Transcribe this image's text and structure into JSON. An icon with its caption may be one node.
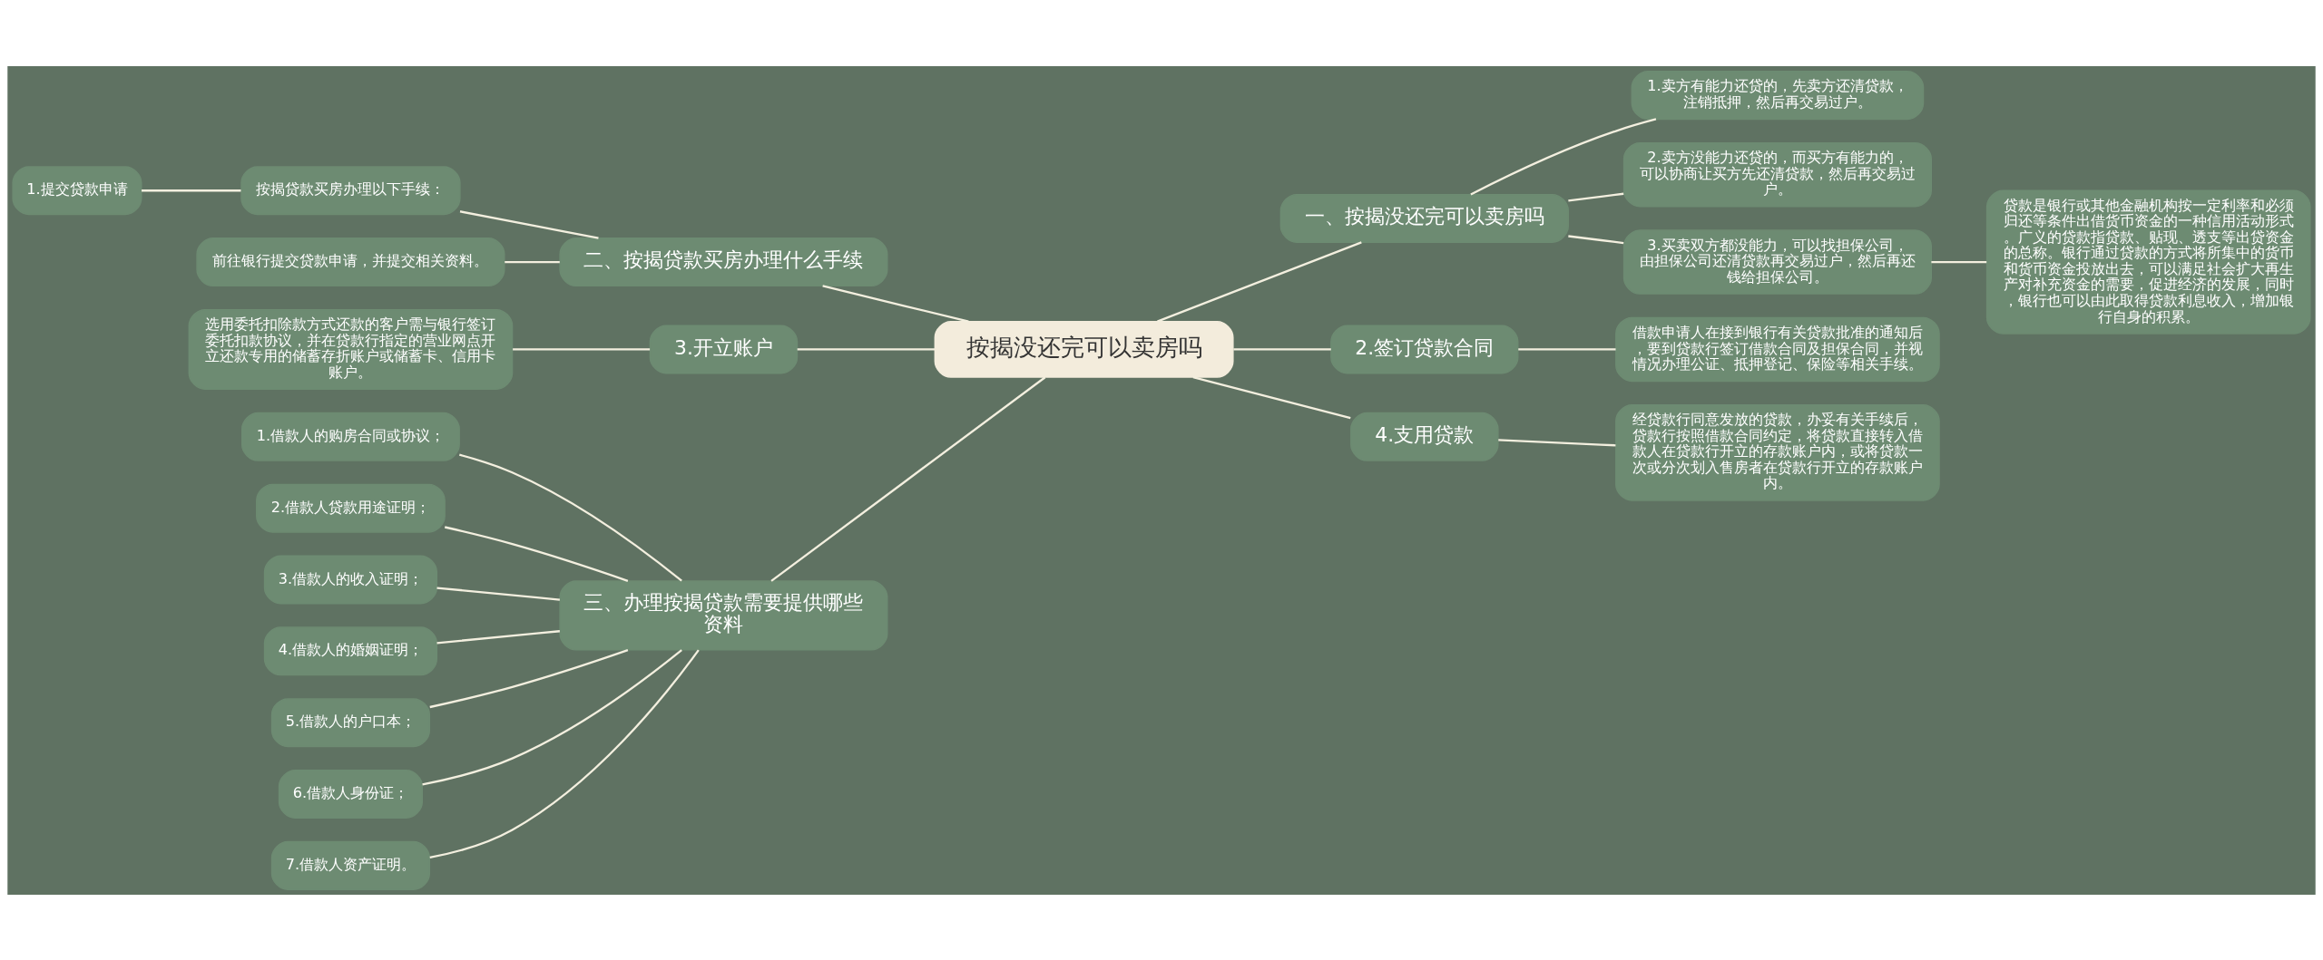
{
  "diagram": {
    "nodes": [
      {
        "text": [
          "按揭没还完可以卖房吗"
        ]
      },
      {
        "text": [
          "一、按揭没还完可以卖房吗"
        ]
      },
      {
        "text": [
          "1.卖方有能力还贷的，先卖方还清贷款，注销抵押，然后再交易过户。"
        ]
      },
      {
        "text": [
          "2.卖方没能力还贷的，而买方有能力的，可以协商让买方先还清贷款，然后再交易过户。"
        ]
      },
      {
        "text": [
          "3.买卖双方都没能力，可以找担保公司，由担保公司还清贷款再交易过户，然后再还钱给担保公司。"
        ]
      },
      {
        "text": [
          "贷款是银行或其他金融机构按一定利率和必须归还等条件出借货币资金的一种信用活动形式。广义的贷款指贷款、贴现、透支等出贷资金的总称。银行通过贷款的方式将所集中的货币和货币资金投放出去，可以满足社会扩大再生产对补充资金的需要，促进经济的发展，同时，银行也可以由此取得贷款利息收入，增加银行自身的积累。"
        ]
      },
      {
        "text": [
          "2.签订贷款合同"
        ]
      },
      {
        "text": [
          "借款申请人在接到银行有关贷款批准的通知后，要到贷款行签订借款合同及担保合同，并视情况办理公证、抵押登记、保险等相关手续。"
        ]
      },
      {
        "text": [
          "4.支用贷款"
        ]
      },
      {
        "text": [
          "经贷款行同意发放的贷款，办妥有关手续后，贷款行按照借款合同约定，将贷款直接转入借款人在贷款行开立的存款账户内，或将贷款一次或分次划入售房者在贷款行开立的存款账户内。"
        ]
      },
      {
        "text": [
          "二、按揭贷款买房办理什么手续"
        ]
      },
      {
        "text": [
          "按揭贷款买房办理以下手续："
        ]
      },
      {
        "text": [
          "1.提交贷款申请"
        ]
      },
      {
        "text": [
          "前往银行提交贷款申请，并提交相关资料。"
        ]
      },
      {
        "text": [
          "3.开立账户"
        ]
      },
      {
        "text": [
          "选用委托扣除款方式还款的客户需与银行签订委托扣款协议，并在贷款行指定的营业网点开立还款专用的储蓄存折账户或储蓄卡、信用卡账户。"
        ]
      },
      {
        "text": [
          "三、办理按揭贷款需要提供哪些资料"
        ]
      },
      {
        "text": [
          "1.借款人的购房合同或协议；"
        ]
      },
      {
        "text": [
          "2.借款人贷款用途证明；"
        ]
      },
      {
        "text": [
          "3.借款人的收入证明；"
        ]
      },
      {
        "text": [
          "4.借款人的婚姻证明；"
        ]
      },
      {
        "text": [
          "5.借款人的户口本；"
        ]
      },
      {
        "text": [
          "6.借款人身份证；"
        ]
      },
      {
        "text": [
          "7.借款人资产证明。"
        ]
      }
    ],
    "edges": [
      {
        "from": 0,
        "to": 1,
        "arrow": "none"
      },
      {
        "from": 1,
        "to": 2,
        "arrow": "none"
      },
      {
        "from": 1,
        "to": 3,
        "arrow": "none"
      },
      {
        "from": 1,
        "to": 4,
        "arrow": "none"
      },
      {
        "from": 4,
        "to": 5,
        "arrow": "none"
      },
      {
        "from": 0,
        "to": 6,
        "arrow": "none"
      },
      {
        "from": 6,
        "to": 7,
        "arrow": "none"
      },
      {
        "from": 0,
        "to": 8,
        "arrow": "none"
      },
      {
        "from": 8,
        "to": 9,
        "arrow": "none"
      },
      {
        "from": 0,
        "to": 10,
        "arrow": "none"
      },
      {
        "from": 10,
        "to": 11,
        "arrow": "none"
      },
      {
        "from": 11,
        "to": 12,
        "arrow": "none"
      },
      {
        "from": 10,
        "to": 13,
        "arrow": "none"
      },
      {
        "from": 0,
        "to": 14,
        "arrow": "none"
      },
      {
        "from": 14,
        "to": 15,
        "arrow": "none"
      },
      {
        "from": 0,
        "to": 16,
        "arrow": "none"
      },
      {
        "from": 16,
        "to": 17,
        "arrow": "none"
      },
      {
        "from": 16,
        "to": 18,
        "arrow": "none"
      },
      {
        "from": 16,
        "to": 19,
        "arrow": "none"
      },
      {
        "from": 16,
        "to": 20,
        "arrow": "none"
      },
      {
        "from": 16,
        "to": 21,
        "arrow": "none"
      },
      {
        "from": 16,
        "to": 22,
        "arrow": "none"
      },
      {
        "from": 16,
        "to": 23,
        "arrow": "none"
      }
    ]
  }
}
